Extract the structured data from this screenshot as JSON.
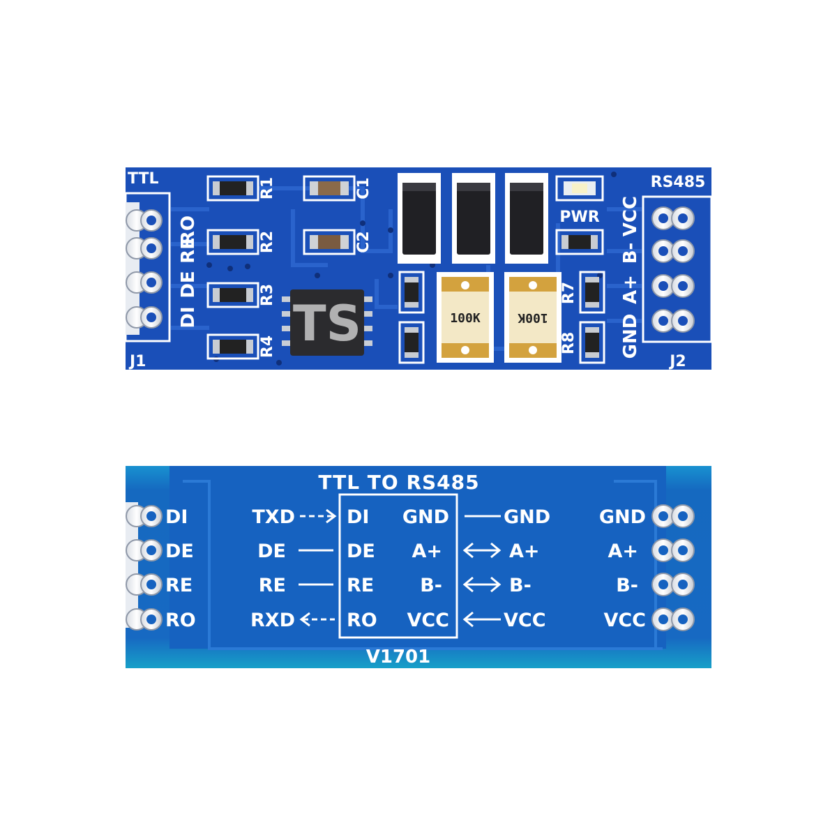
{
  "front": {
    "ttl_label": "TTL",
    "rs485_label": "RS485",
    "j1_label": "J1",
    "j2_label": "J2",
    "j1_pins": [
      "RO",
      "RE",
      "DE",
      "DI"
    ],
    "j2_pins": [
      "VCC",
      "B-",
      "A+",
      "GND"
    ],
    "resistors_left": [
      "R1",
      "R2",
      "R3",
      "R4"
    ],
    "capacitors": [
      "C1",
      "C2"
    ],
    "pwr_label": "PWR",
    "r7_label": "R7",
    "r8_label": "R8",
    "fuse_label": "100K",
    "chip_overlay": "TS"
  },
  "back": {
    "title": "TTL TO RS485",
    "version": "V1701",
    "left_pins": [
      "DI",
      "DE",
      "RE",
      "RO"
    ],
    "mcu_labels": [
      "TXD",
      "DE",
      "RE",
      "RXD"
    ],
    "chip_left": [
      "DI",
      "DE",
      "RE",
      "RO"
    ],
    "chip_right": [
      "GND",
      "A+",
      "B-",
      "VCC"
    ],
    "bus_labels": [
      "GND",
      "A+",
      "B-",
      "VCC"
    ],
    "right_pins": [
      "GND",
      "A+",
      "B-",
      "VCC"
    ]
  },
  "colors": {
    "pcb_blue": "#1a4fb8",
    "pcb_back_blue": "#1569c0",
    "pcb_back_edge": "#14a6c9",
    "silkscreen": "#ffffff"
  }
}
